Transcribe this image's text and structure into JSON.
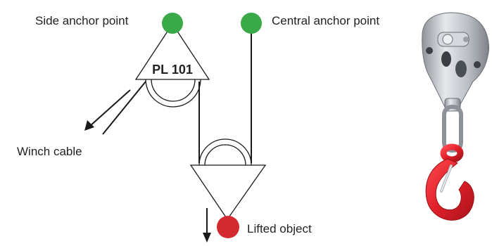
{
  "labels": {
    "side_anchor": "Side anchor point",
    "central_anchor": "Central anchor point",
    "pulley_model": "PL 101",
    "winch_cable": "Winch cable",
    "lifted_object": "Lifted object"
  },
  "colors": {
    "anchor_point": "#3aa948",
    "lifted_object": "#d42a2f",
    "hook": "#e0202a",
    "line": "#1a1a1a",
    "steel": "#c8ccd1"
  },
  "icons": {
    "photo": "pulley-with-hook-photo"
  }
}
